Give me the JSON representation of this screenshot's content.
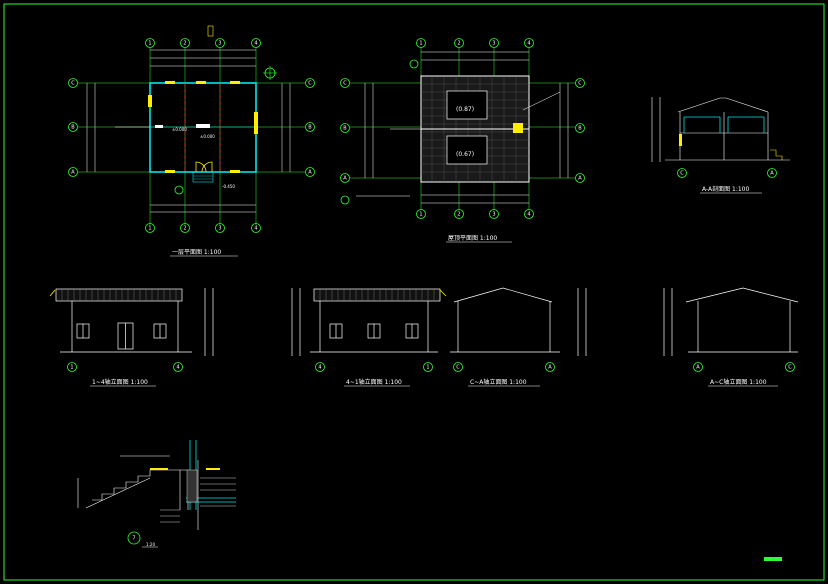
{
  "drawing": {
    "titles": {
      "floor_plan": "一层平面图 1:100",
      "roof_plan": "屋顶平面图 1:100",
      "section_aa": "A-A剖面图 1:100",
      "elev_1_4": "1~4轴立面图 1:100",
      "elev_4_1": "4~1轴立面图 1:100",
      "elev_c_a": "C~A轴立面图 1:100",
      "elev_a_c": "A~C轴立面图 1:100",
      "detail_no": "7",
      "detail_scale": "1:20"
    },
    "roof_labels": {
      "upper_box": "(0.87)",
      "lower_box": "(0.67)"
    },
    "axes": {
      "numbers": [
        "1",
        "2",
        "3",
        "4"
      ],
      "letters_fp": [
        "C",
        "B",
        "A"
      ],
      "letters_rp": [
        "C",
        "B",
        "A"
      ]
    },
    "colors": {
      "background": "#000000",
      "axis_bubble": "#2dff2d",
      "wall": "#00e5e5",
      "annotation": "#ffffff",
      "window": "#ffee00",
      "center_line": "#ff2a2a"
    }
  }
}
